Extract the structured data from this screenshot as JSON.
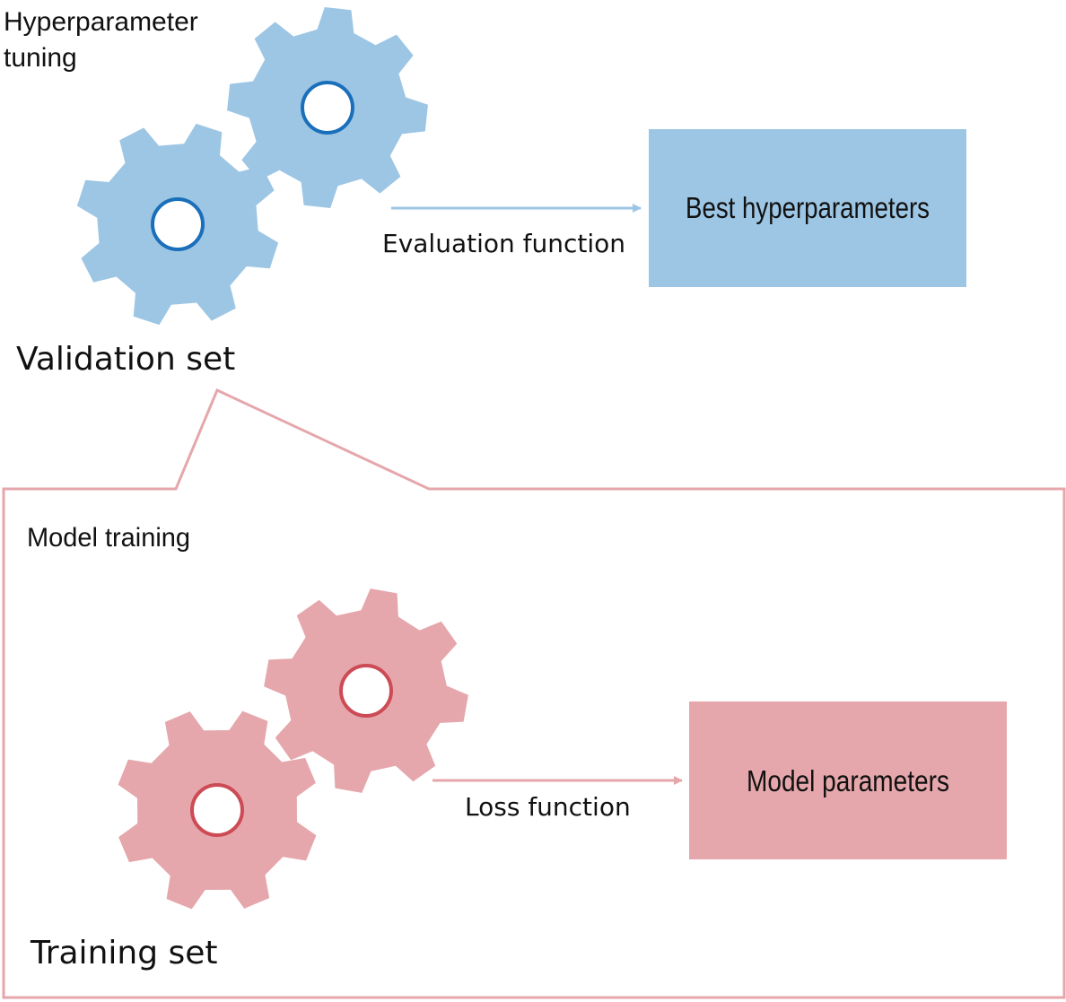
{
  "colors": {
    "blue_fill": "#9dc6e5",
    "blue_ring": "#1a6fba",
    "pink_fill": "#e5a7ab",
    "pink_ring": "#cc4b55",
    "callout_stroke": "#e5a7ab",
    "text": "#111111"
  },
  "hyperparameter_tuning": {
    "title_line1": "Hyperparameter",
    "title_line2": "tuning",
    "dataset_label": "Validation set",
    "arrow_label": "Evaluation function",
    "output_label": "Best hyperparameters"
  },
  "model_training": {
    "title": "Model training",
    "dataset_label": "Training set",
    "arrow_label": "Loss function",
    "output_label": "Model parameters"
  },
  "icons": [
    "gear-icon"
  ]
}
